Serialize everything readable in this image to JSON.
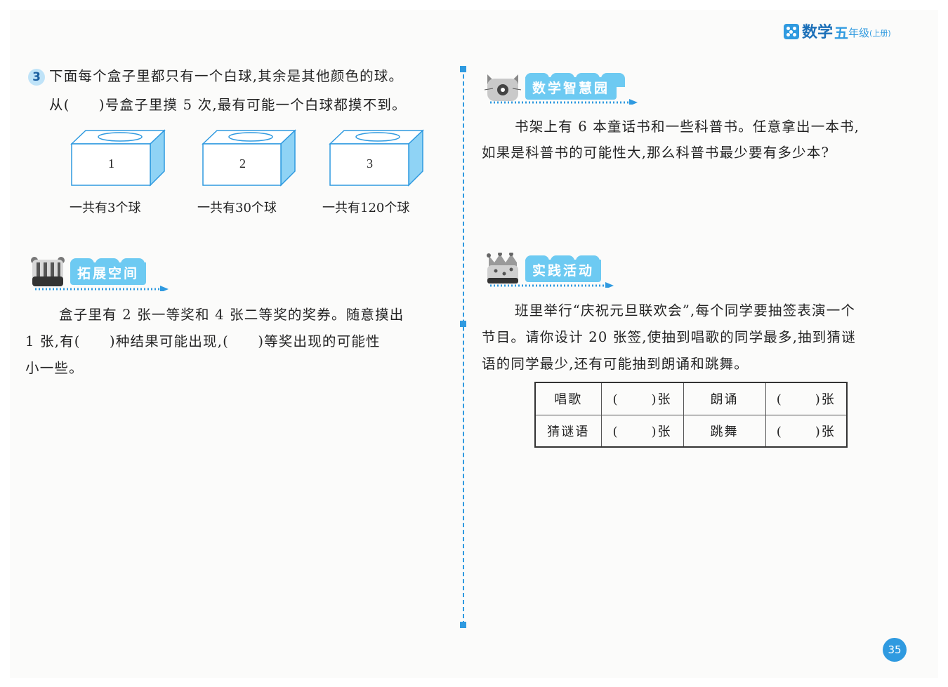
{
  "header": {
    "subject": "数学",
    "grade": "五",
    "level": "年级",
    "volume": "(上册)"
  },
  "left": {
    "question3": {
      "number": "3",
      "line1": "下面每个盒子里都只有一个白球,其余是其他颜色的球。",
      "line2": "从(　　)号盒子里摸 5 次,最有可能一个白球都摸不到。",
      "boxes": [
        {
          "number": "1",
          "label": "一共有3个球"
        },
        {
          "number": "2",
          "label": "一共有30个球"
        },
        {
          "number": "3",
          "label": "一共有120个球"
        }
      ]
    },
    "expand_section": {
      "title": "拓展空间",
      "line1": "盒子里有 2 张一等奖和 4 张二等奖的奖券。随意摸出",
      "line2": "1 张,有(　　)种结果可能出现,(　　)等奖出现的可能性",
      "line3": "小一些。"
    }
  },
  "right": {
    "wisdom_section": {
      "title": "数学智慧园",
      "line1": "书架上有 6 本童话书和一些科普书。任意拿出一本书,",
      "line2": "如果是科普书的可能性大,那么科普书最少要有多少本?"
    },
    "practice_section": {
      "title": "实践活动",
      "line1": "班里举行“庆祝元旦联欢会”,每个同学要抽签表演一个",
      "line2": "节目。请你设计 20 张签,使抽到唱歌的同学最多,抽到猜谜",
      "line3": "语的同学最少,还有可能抽到朗诵和跳舞。",
      "table": {
        "rows": [
          [
            "唱歌",
            "(",
            ")张",
            "朗诵",
            "(",
            ")张"
          ],
          [
            "猜谜语",
            "(",
            ")张",
            "跳舞",
            "(",
            ")张"
          ]
        ]
      }
    }
  },
  "page_number": "35",
  "colors": {
    "accent": "#2f9ae0",
    "banner": "#6dcaf2",
    "box_side": "#8fd3f5"
  }
}
